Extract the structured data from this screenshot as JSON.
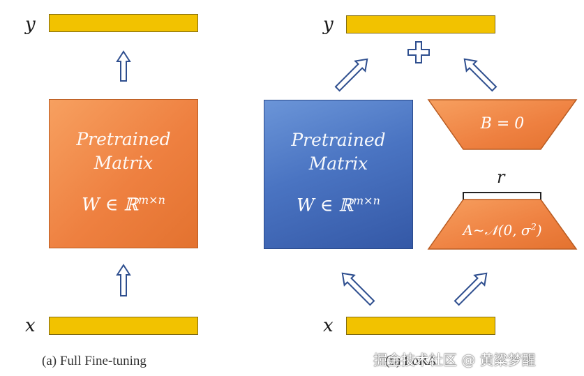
{
  "left_panel": {
    "output_label": "y",
    "input_label": "x",
    "matrix_title_line1": "Pretrained",
    "matrix_title_line2": "Matrix",
    "matrix_equation": "W ∈ ℝ^{m×n}",
    "matrix_equation_base": "W ∈ ℝ",
    "matrix_equation_sup": "m×n",
    "caption": "(a) Full Fine-tuning"
  },
  "right_panel": {
    "output_label": "y",
    "input_label": "x",
    "matrix_title_line1": "Pretrained",
    "matrix_title_line2": "Matrix",
    "matrix_equation_base": "W ∈ ℝ",
    "matrix_equation_sup": "m×n",
    "b_label": "B = 0",
    "a_label_base": "A∼𝒩(0, σ",
    "a_label_sup": "2",
    "a_label_end": ")",
    "rank_label": "r",
    "plus_symbol": "+",
    "caption": "(b) LoRA"
  },
  "watermark": "掘金技术社区 @ 黄粱梦醒",
  "colors": {
    "bar_fill": "#f2c200",
    "orange": "#ee8040",
    "blue": "#4a74c2",
    "arrow_stroke": "#2f4f8f"
  }
}
